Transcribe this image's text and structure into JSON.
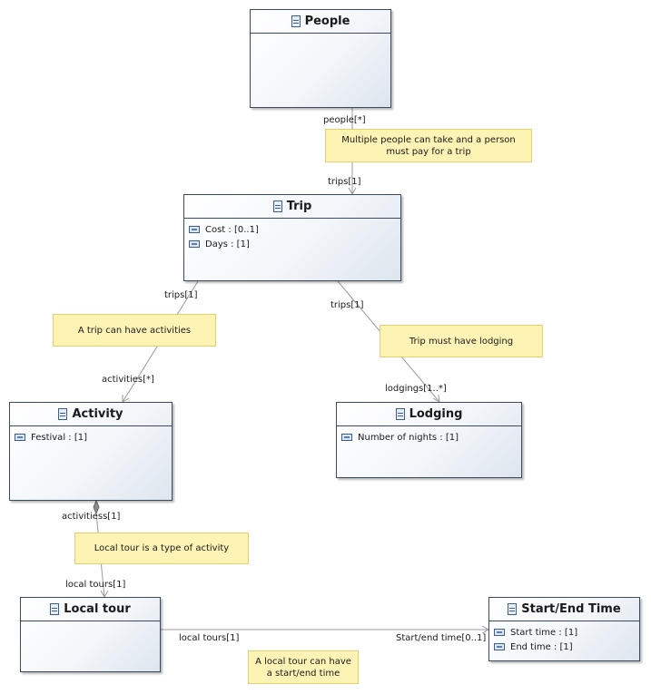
{
  "classes": {
    "people": {
      "name": "People"
    },
    "trip": {
      "name": "Trip",
      "attrs": [
        {
          "text": "Cost :  [0..1]"
        },
        {
          "text": "Days :  [1]"
        }
      ]
    },
    "activity": {
      "name": "Activity",
      "attrs": [
        {
          "text": "Festival :  [1]"
        }
      ]
    },
    "lodging": {
      "name": "Lodging",
      "attrs": [
        {
          "text": "Number of nights :  [1]"
        }
      ]
    },
    "localtour": {
      "name": "Local tour"
    },
    "startend": {
      "name": "Start/End Time",
      "attrs": [
        {
          "text": "Start time :  [1]"
        },
        {
          "text": "End time :  [1]"
        }
      ]
    }
  },
  "notes": {
    "people_trip": "Multiple people can take and a person must pay for a trip",
    "trip_activity": "A trip can have activities",
    "trip_lodging": "Trip must have lodging",
    "activity_tour": "Local tour is a type of activity",
    "tour_time": "A local tour can have a start/end time"
  },
  "roles": {
    "people": "people[*]",
    "trips_people": "trips[1]",
    "trips_activity": "trips[1]",
    "activities": "activities[*]",
    "trips_lodging": "trips[1]",
    "lodgings": "lodgings[1..*]",
    "activitiess": "activitiess[1]",
    "localtours_activity": "local tours[1]",
    "localtours_time": "local tours[1]",
    "startend": "Start/end time[0..1]"
  }
}
